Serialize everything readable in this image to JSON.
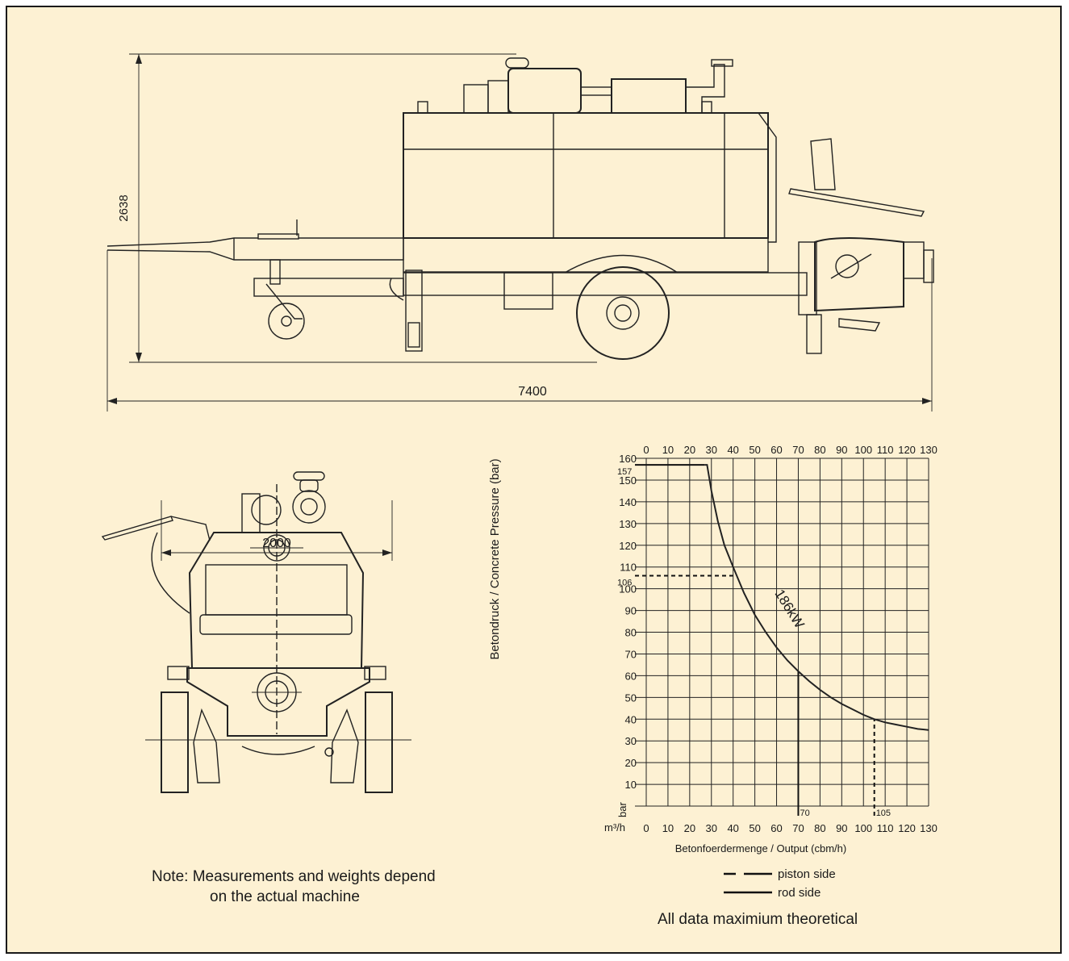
{
  "side_view": {
    "height_dimension": "2638",
    "length_dimension": "7400"
  },
  "rear_view": {
    "width_dimension": "2000"
  },
  "note": {
    "line1": "Note: Measurements and weights depend",
    "line2": "on the actual machine"
  },
  "chart_data": {
    "type": "line",
    "title": "",
    "xlabel": "Betonfoerdermenge / Output (cbm/h)",
    "ylabel": "Betondruck / Concrete Pressure (bar)",
    "x_unit": "m³/h",
    "y_unit": "bar",
    "xlim": [
      0,
      130
    ],
    "ylim": [
      0,
      160
    ],
    "x_ticks": [
      0,
      10,
      20,
      30,
      40,
      50,
      60,
      70,
      80,
      90,
      100,
      110,
      120,
      130
    ],
    "y_ticks": [
      0,
      10,
      20,
      30,
      40,
      50,
      60,
      70,
      80,
      90,
      100,
      110,
      120,
      130,
      140,
      150,
      160
    ],
    "grid": true,
    "curve_label": "186kW",
    "series": [
      {
        "name": "rod side",
        "style": "solid",
        "x": [
          27,
          28,
          30,
          33,
          36,
          40,
          45,
          50,
          55,
          60,
          65,
          70,
          75,
          80,
          85,
          90,
          95,
          100,
          105,
          110,
          115,
          120,
          125,
          130
        ],
        "y": [
          157,
          157,
          145,
          131,
          120,
          110,
          98,
          88,
          80,
          73,
          67,
          62,
          57.5,
          53.5,
          50,
          47,
          44.5,
          42,
          40,
          38.5,
          37.5,
          36.5,
          35.5,
          35
        ]
      }
    ],
    "annotations": [
      {
        "label": "157",
        "x": 0,
        "y": 157,
        "style": "solid",
        "to": [
          27,
          157
        ]
      },
      {
        "label": "106",
        "x": 0,
        "y": 106,
        "style": "dashed",
        "to": [
          40,
          106
        ]
      },
      {
        "label": "70",
        "x": 70,
        "y": 0,
        "style": "solid",
        "to": [
          70,
          62
        ]
      },
      {
        "label": "105",
        "x": 105,
        "y": 0,
        "style": "dashed",
        "to": [
          105,
          40
        ]
      }
    ],
    "legend": {
      "position": "bottom",
      "items": [
        {
          "label": "piston side",
          "style": "dashed"
        },
        {
          "label": "rod side",
          "style": "solid"
        }
      ]
    },
    "footnote": "All data maximium theoretical"
  }
}
